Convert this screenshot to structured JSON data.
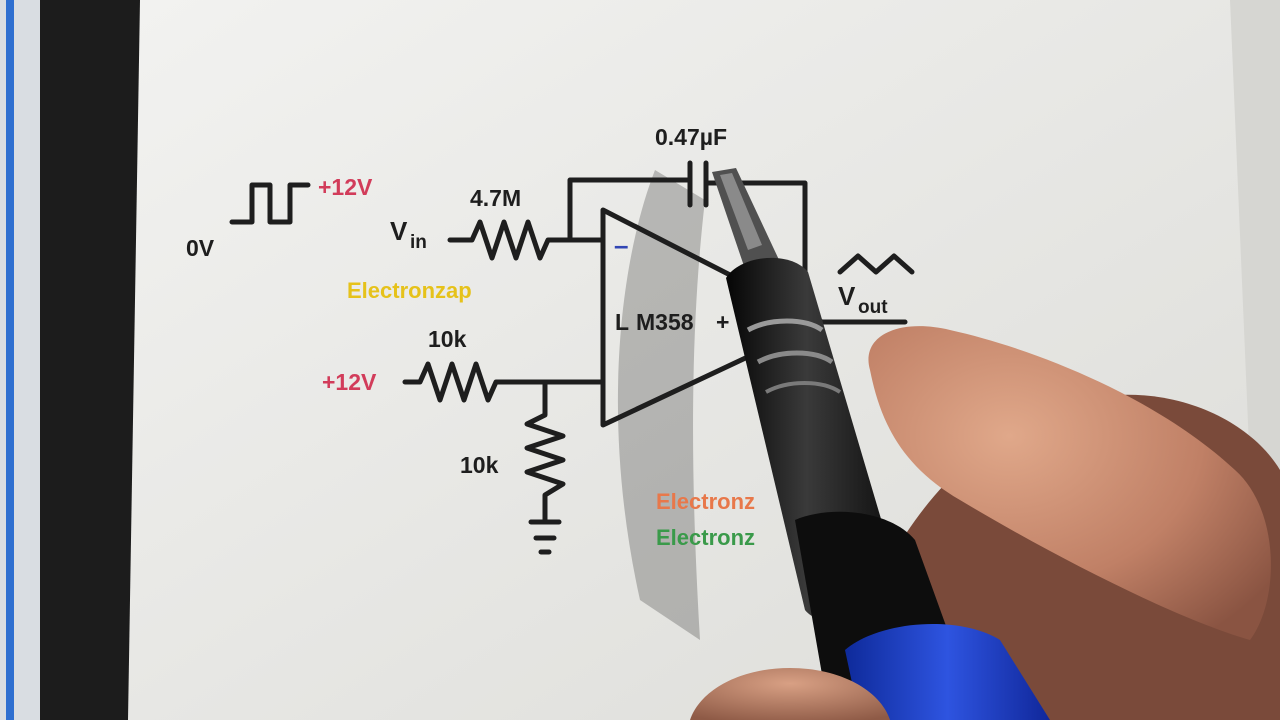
{
  "labels": {
    "capacitor": "0.47µF",
    "plus12_top": "+12V",
    "zero_v": "0V",
    "r_input": "4.7M",
    "vin_main": "V",
    "vin_sub": "in",
    "watermark_yellow": "Electronzap",
    "opamp_partial": "L",
    "opamp_chip": "M358",
    "opamp_plus": "+",
    "minus_sign": "–",
    "vout_main": "V",
    "vout_sub": "out",
    "r_divider_top": "10k",
    "plus12_bottom": "+12V",
    "r_divider_bottom": "10k",
    "watermark_orange": "Electronz",
    "watermark_green": "Electronz"
  },
  "colors": {
    "paper": "#ececea",
    "ink": "#1e1e1e",
    "supply": "#d23c5a",
    "yellow": "#e6c21a",
    "orange": "#e8784a",
    "green": "#3a9a4a",
    "minus": "#3246b4",
    "pen_body": "#151515",
    "pen_cap": "#1e3cc8",
    "skin": "#c58a6a"
  }
}
